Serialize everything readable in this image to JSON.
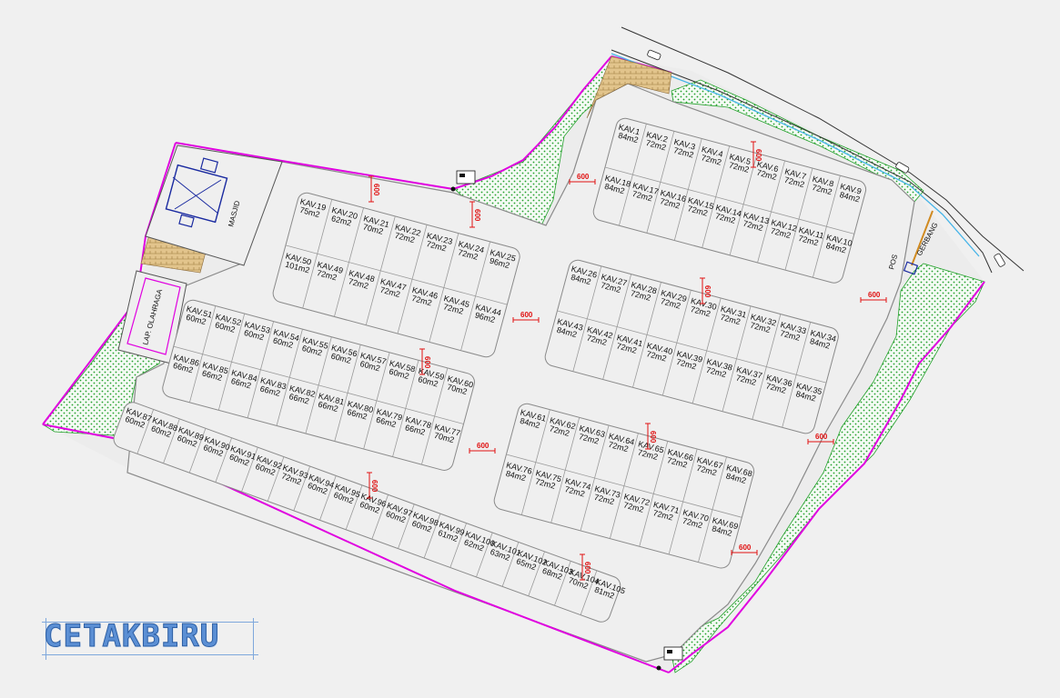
{
  "facilities": {
    "mosque": "MASJID",
    "sports_field": "LAP. OLAHRAGA",
    "guard_post": "POS",
    "gate": "GERBANG"
  },
  "road_width_label": "600",
  "logo": "CETAKBIRU",
  "colors": {
    "boundary": "#e000e0",
    "green_area": "#22a02a",
    "dimension": "#e01010",
    "paving": "#c8a060",
    "logo": "#5b8fd4"
  },
  "blocks": [
    {
      "id": "A",
      "lots": [
        {
          "name": "KAV.1",
          "area": "84m2"
        },
        {
          "name": "KAV.2",
          "area": "72m2"
        },
        {
          "name": "KAV.3",
          "area": "72m2"
        },
        {
          "name": "KAV.4",
          "area": "72m2"
        },
        {
          "name": "KAV.5",
          "area": "72m2"
        },
        {
          "name": "KAV.6",
          "area": "72m2"
        },
        {
          "name": "KAV.7",
          "area": "72m2"
        },
        {
          "name": "KAV.8",
          "area": "72m2"
        },
        {
          "name": "KAV.9",
          "area": "84m2"
        },
        {
          "name": "KAV.10",
          "area": "84m2"
        },
        {
          "name": "KAV.11",
          "area": "72m2"
        },
        {
          "name": "KAV.12",
          "area": "72m2"
        },
        {
          "name": "KAV.13",
          "area": "72m2"
        },
        {
          "name": "KAV.14",
          "area": "72m2"
        },
        {
          "name": "KAV.15",
          "area": "72m2"
        },
        {
          "name": "KAV.16",
          "area": "72m2"
        },
        {
          "name": "KAV.17",
          "area": "72m2"
        },
        {
          "name": "KAV.18",
          "area": "84m2"
        }
      ]
    },
    {
      "id": "B",
      "lots": [
        {
          "name": "KAV.19",
          "area": "75m2"
        },
        {
          "name": "KAV.20",
          "area": "62m2"
        },
        {
          "name": "KAV.21",
          "area": "70m2"
        },
        {
          "name": "KAV.22",
          "area": "72m2"
        },
        {
          "name": "KAV.23",
          "area": "72m2"
        },
        {
          "name": "KAV.24",
          "area": "72m2"
        },
        {
          "name": "KAV.25",
          "area": "96m2"
        },
        {
          "name": "KAV.44",
          "area": "96m2"
        },
        {
          "name": "KAV.45",
          "area": "72m2"
        },
        {
          "name": "KAV.46",
          "area": "72m2"
        },
        {
          "name": "KAV.47",
          "area": "72m2"
        },
        {
          "name": "KAV.48",
          "area": "72m2"
        },
        {
          "name": "KAV.49",
          "area": "72m2"
        },
        {
          "name": "KAV.50",
          "area": "101m2"
        }
      ]
    },
    {
      "id": "C",
      "lots": [
        {
          "name": "KAV.26",
          "area": "84m2"
        },
        {
          "name": "KAV.27",
          "area": "72m2"
        },
        {
          "name": "KAV.28",
          "area": "72m2"
        },
        {
          "name": "KAV.29",
          "area": "72m2"
        },
        {
          "name": "KAV.30",
          "area": "72m2"
        },
        {
          "name": "KAV.31",
          "area": "72m2"
        },
        {
          "name": "KAV.32",
          "area": "72m2"
        },
        {
          "name": "KAV.33",
          "area": "72m2"
        },
        {
          "name": "KAV.34",
          "area": "84m2"
        },
        {
          "name": "KAV.35",
          "area": "84m2"
        },
        {
          "name": "KAV.36",
          "area": "72m2"
        },
        {
          "name": "KAV.37",
          "area": "72m2"
        },
        {
          "name": "KAV.38",
          "area": "72m2"
        },
        {
          "name": "KAV.39",
          "area": "72m2"
        },
        {
          "name": "KAV.40",
          "area": "72m2"
        },
        {
          "name": "KAV.41",
          "area": "72m2"
        },
        {
          "name": "KAV.42",
          "area": "72m2"
        },
        {
          "name": "KAV.43",
          "area": "84m2"
        }
      ]
    },
    {
      "id": "D",
      "lots": [
        {
          "name": "KAV.51",
          "area": "60m2"
        },
        {
          "name": "KAV.52",
          "area": "60m2"
        },
        {
          "name": "KAV.53",
          "area": "60m2"
        },
        {
          "name": "KAV.54",
          "area": "60m2"
        },
        {
          "name": "KAV.55",
          "area": "60m2"
        },
        {
          "name": "KAV.56",
          "area": "60m2"
        },
        {
          "name": "KAV.57",
          "area": "60m2"
        },
        {
          "name": "KAV.58",
          "area": "60m2"
        },
        {
          "name": "KAV.59",
          "area": "60m2"
        },
        {
          "name": "KAV.60",
          "area": "70m2"
        },
        {
          "name": "KAV.77",
          "area": "70m2"
        },
        {
          "name": "KAV.78",
          "area": "66m2"
        },
        {
          "name": "KAV.79",
          "area": "66m2"
        },
        {
          "name": "KAV.80",
          "area": "66m2"
        },
        {
          "name": "KAV.81",
          "area": "66m2"
        },
        {
          "name": "KAV.82",
          "area": "66m2"
        },
        {
          "name": "KAV.83",
          "area": "66m2"
        },
        {
          "name": "KAV.84",
          "area": "66m2"
        },
        {
          "name": "KAV.85",
          "area": "66m2"
        },
        {
          "name": "KAV.86",
          "area": "66m2"
        }
      ]
    },
    {
      "id": "E",
      "lots": [
        {
          "name": "KAV.61",
          "area": "84m2"
        },
        {
          "name": "KAV.62",
          "area": "72m2"
        },
        {
          "name": "KAV.63",
          "area": "72m2"
        },
        {
          "name": "KAV.64",
          "area": "72m2"
        },
        {
          "name": "KAV.65",
          "area": "72m2"
        },
        {
          "name": "KAV.66",
          "area": "72m2"
        },
        {
          "name": "KAV.67",
          "area": "72m2"
        },
        {
          "name": "KAV.68",
          "area": "84m2"
        },
        {
          "name": "KAV.69",
          "area": "84m2"
        },
        {
          "name": "KAV.70",
          "area": "72m2"
        },
        {
          "name": "KAV.71",
          "area": "72m2"
        },
        {
          "name": "KAV.72",
          "area": "72m2"
        },
        {
          "name": "KAV.73",
          "area": "72m2"
        },
        {
          "name": "KAV.74",
          "area": "72m2"
        },
        {
          "name": "KAV.75",
          "area": "72m2"
        },
        {
          "name": "KAV.76",
          "area": "84m2"
        }
      ]
    },
    {
      "id": "F",
      "lots": [
        {
          "name": "KAV.87",
          "area": "60m2"
        },
        {
          "name": "KAV.88",
          "area": "60m2"
        },
        {
          "name": "KAV.89",
          "area": "60m2"
        },
        {
          "name": "KAV.90",
          "area": "60m2"
        },
        {
          "name": "KAV.91",
          "area": "60m2"
        },
        {
          "name": "KAV.92",
          "area": "60m2"
        },
        {
          "name": "KAV.93",
          "area": "72m2"
        },
        {
          "name": "KAV.94",
          "area": "60m2"
        },
        {
          "name": "KAV.95",
          "area": "60m2"
        },
        {
          "name": "KAV.96",
          "area": "60m2"
        },
        {
          "name": "KAV.97",
          "area": "60m2"
        },
        {
          "name": "KAV.98",
          "area": "60m2"
        },
        {
          "name": "KAV.99",
          "area": "61m2"
        },
        {
          "name": "KAV.100",
          "area": "62m2"
        },
        {
          "name": "KAV.101",
          "area": "63m2"
        },
        {
          "name": "KAV.102",
          "area": "65m2"
        },
        {
          "name": "KAV.103",
          "area": "68m2"
        },
        {
          "name": "KAV.104",
          "area": "70m2"
        },
        {
          "name": "KAV.105",
          "area": "81m2"
        }
      ]
    }
  ]
}
